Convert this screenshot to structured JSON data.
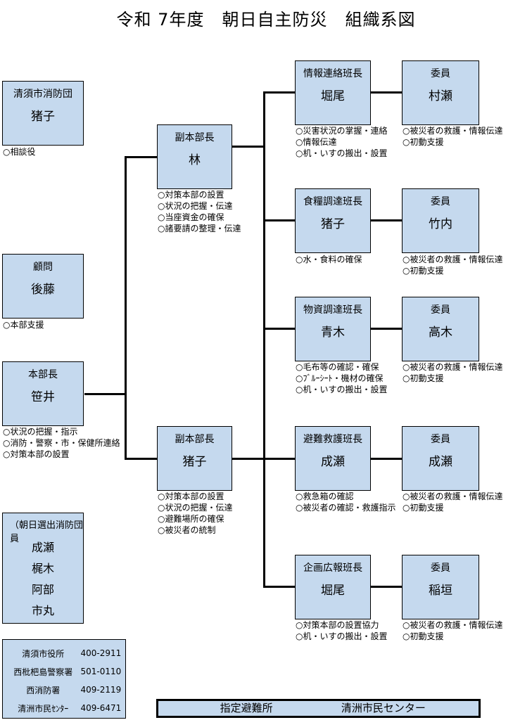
{
  "title": "令和 7年度　朝日自主防災　組織系図",
  "advisors": [
    {
      "role": "清須市消防団",
      "name": "猪子",
      "notes": [
        "○相談役"
      ]
    },
    {
      "role": "顧問",
      "name": "後藤",
      "notes": [
        "○本部支援"
      ]
    }
  ],
  "chief": {
    "role": "本部長",
    "name": "笹井",
    "notes": [
      "○状況の把握・指示",
      "○消防・警察・市・保健所連絡",
      "○対策本部の設置"
    ]
  },
  "vice_chiefs": [
    {
      "role": "副本部長",
      "name": "林",
      "notes": [
        "○対策本部の設置",
        "○状況の把握・伝達",
        "○当座資金の確保",
        "○諸要請の整理・伝達"
      ]
    },
    {
      "role": "副本部長",
      "name": "猪子",
      "notes": [
        "○対策本部の設置",
        "○状況の把握・伝達",
        "○避難場所の確保",
        "○被災者の統制"
      ]
    }
  ],
  "squads": [
    {
      "role": "情報連絡班長",
      "name": "堀尾",
      "notes": [
        "○災害状況の掌握・連絡",
        "○情報伝達",
        "○机・いすの搬出・設置"
      ],
      "member": {
        "role": "委員",
        "name": "村瀬",
        "notes": [
          "○被災者の救護・情報伝達",
          "○初動支援"
        ]
      }
    },
    {
      "role": "食糧調達班長",
      "name": "猪子",
      "notes": [
        "○水・食料の確保"
      ],
      "member": {
        "role": "委員",
        "name": "竹内",
        "notes": [
          "○被災者の救護・情報伝達",
          "○初動支援"
        ]
      }
    },
    {
      "role": "物資調達班長",
      "name": "青木",
      "notes": [
        "○毛布等の確認・確保",
        "○ﾌﾞﾙｰｼｰﾄ・機材の確保",
        "○机・いすの搬出・設置"
      ],
      "member": {
        "role": "委員",
        "name": "高木",
        "notes": [
          "○被災者の救護・情報伝達",
          "○初動支援"
        ]
      }
    },
    {
      "role": "避難救護班長",
      "name": "成瀬",
      "notes": [
        "○救急箱の確認",
        "○被災者の確認・救護指示"
      ],
      "member": {
        "role": "委員",
        "name": "成瀬",
        "notes": [
          "○被災者の救護・情報伝達",
          "○初動支援"
        ]
      }
    },
    {
      "role": "企画広報班長",
      "name": "堀尾",
      "notes": [
        "○対策本部の設置協力",
        "○机・いすの搬出・設置"
      ],
      "member": {
        "role": "委員",
        "name": "稲垣",
        "notes": [
          "○被災者の救護・情報伝達",
          "○初動支援"
        ]
      }
    }
  ],
  "fire_members": {
    "heading": "（朝日選出消防団員",
    "names": [
      "成瀬",
      "梶木",
      "阿部",
      "市丸"
    ]
  },
  "contacts": [
    {
      "name": "清須市役所",
      "tel": "400-2911"
    },
    {
      "name": "西枇杷島警察署",
      "tel": "501-0110"
    },
    {
      "name": "西消防署",
      "tel": "409-2119"
    },
    {
      "name": "清洲市民ｾﾝﾀｰ",
      "tel": "409-6471"
    }
  ],
  "evacuation": {
    "label": "指定避難所",
    "place": "清洲市民センター"
  },
  "colors": {
    "box_fill": "#c5d9ee",
    "line": "#000000"
  }
}
